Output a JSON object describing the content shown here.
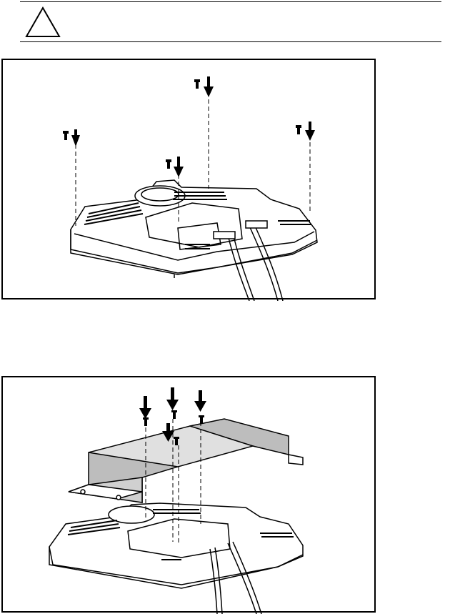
{
  "caution": {
    "icon": "warning-triangle-icon",
    "text": ""
  },
  "figures": [
    {
      "id": "figure-1",
      "illustration": "monitor-rear-screw-removal",
      "screw_count": 4
    },
    {
      "id": "figure-2",
      "illustration": "mounting-bracket-installation",
      "screw_count": 4
    }
  ],
  "colors": {
    "line": "#000000",
    "fill": "#ffffff",
    "bracket_shade": "#bdbdbd"
  }
}
